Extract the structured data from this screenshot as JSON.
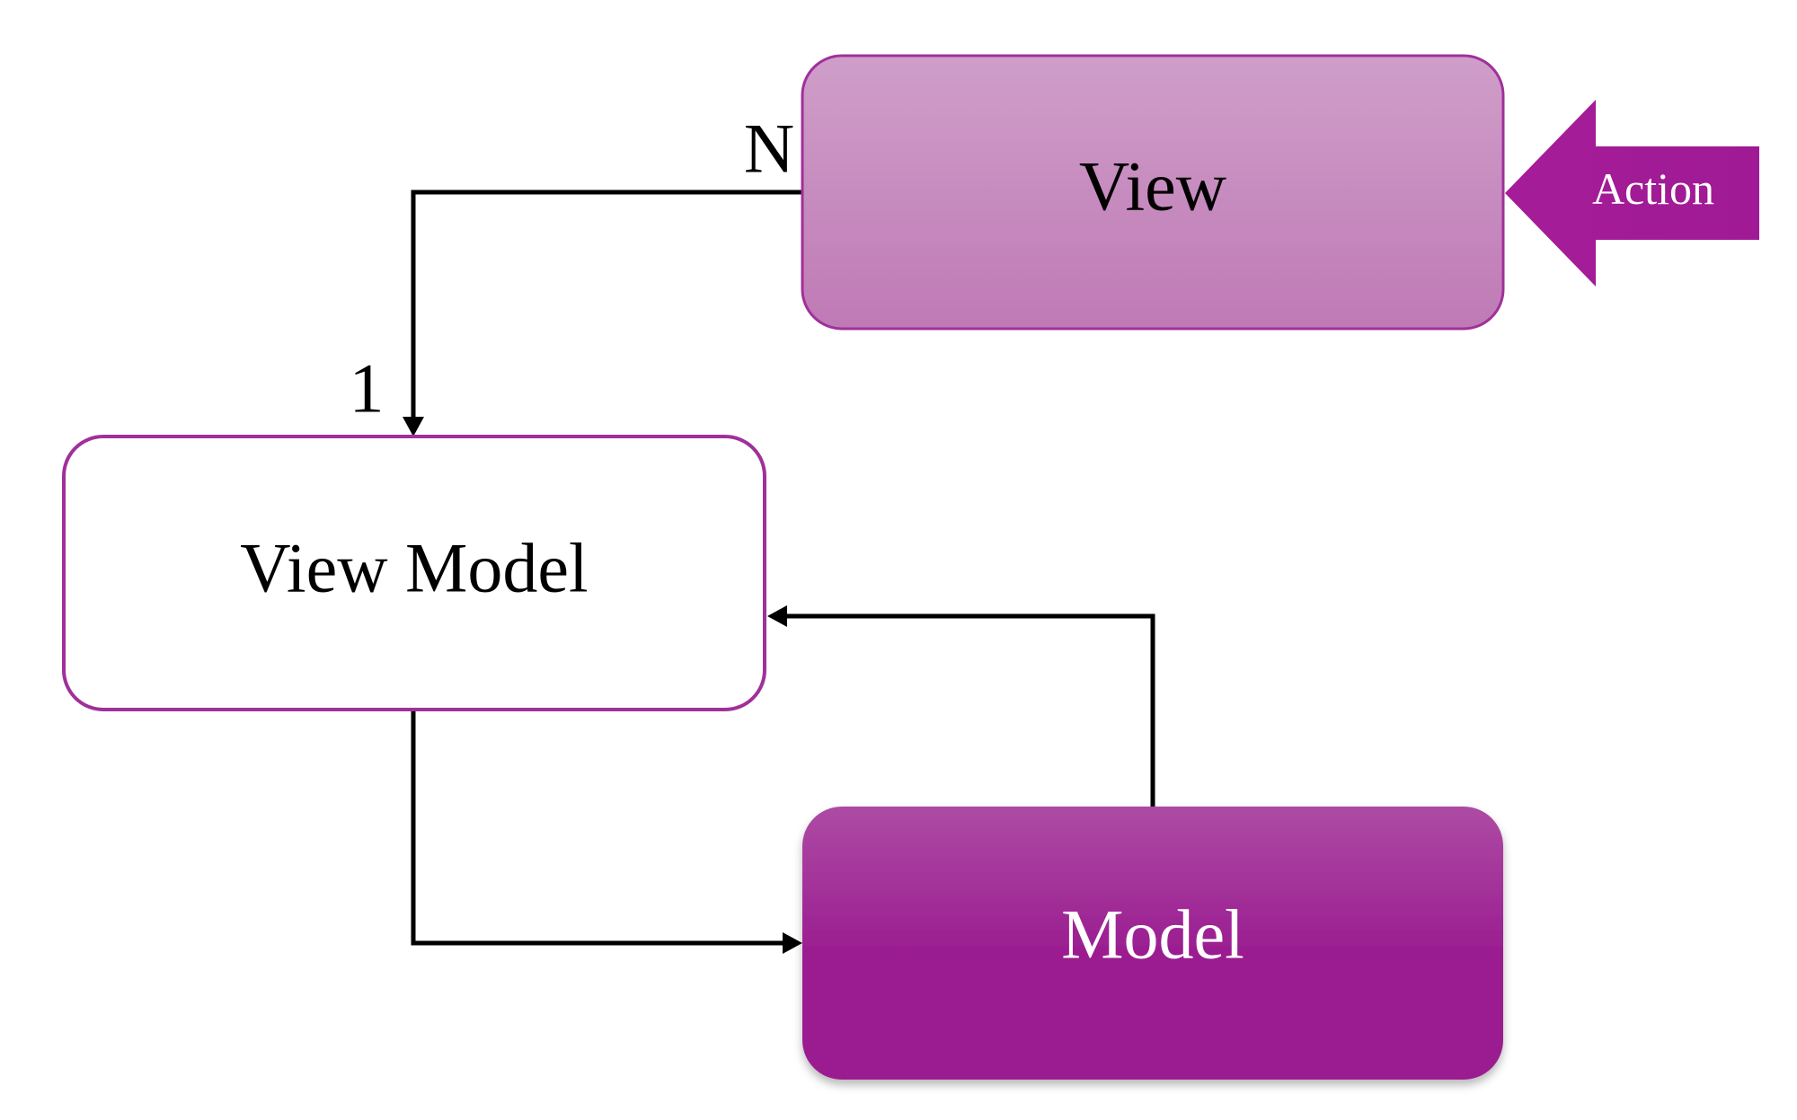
{
  "nodes": {
    "view": {
      "label": "View",
      "fill_top": "#cf9ec9",
      "fill_bottom": "#bf7ab5",
      "border": "#a0309a",
      "text_color": "#000000"
    },
    "view_model": {
      "label": "View Model",
      "fill": "#ffffff",
      "border": "#a0309a",
      "text_color": "#000000"
    },
    "model": {
      "label": "Model",
      "fill_top": "#ad4ba4",
      "fill_bottom": "#9a1c90",
      "text_color": "#ffffff"
    },
    "action": {
      "label": "Action",
      "fill_left": "#a51c98",
      "fill_right": "#a01a95",
      "text_color": "#ffffff"
    }
  },
  "cardinality": {
    "view_side": "N",
    "view_model_side": "1"
  },
  "edges": [
    {
      "from": "view",
      "to": "view_model"
    },
    {
      "from": "view_model",
      "to": "model"
    },
    {
      "from": "model",
      "to": "view_model"
    },
    {
      "from": "action",
      "to": "view"
    }
  ]
}
